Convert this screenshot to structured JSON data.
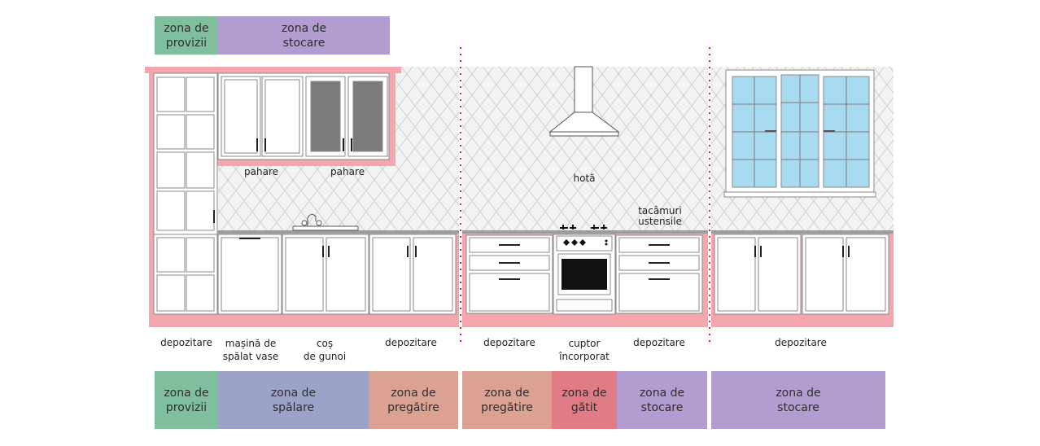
{
  "colors": {
    "provizii": "#7fbf9e",
    "stocare": "#b39cd0",
    "spalare": "#9ba3c8",
    "pregatire": "#dba192",
    "gatit": "#e07c86",
    "pink_wall": "#f4a6ac",
    "cabinet_stroke": "#8a8a8a",
    "window_glass": "#a8daf0",
    "divider": "#d0283a"
  },
  "top_zones": [
    {
      "line1": "zona de",
      "line2": "provizii",
      "color_key": "provizii"
    },
    {
      "line1": "zona de",
      "line2": "stocare",
      "color_key": "stocare"
    }
  ],
  "bottom_zones": [
    {
      "line1": "zona de",
      "line2": "provizii",
      "color_key": "provizii"
    },
    {
      "line1": "zona de",
      "line2": "spălare",
      "color_key": "spalare"
    },
    {
      "line1": "zona de",
      "line2": "pregătire",
      "color_key": "pregatire"
    },
    {
      "line1": "zona de",
      "line2": "pregătire",
      "color_key": "pregatire"
    },
    {
      "line1": "zona de",
      "line2": "gătit",
      "color_key": "gatit"
    },
    {
      "line1": "zona de",
      "line2": "stocare",
      "color_key": "stocare"
    },
    {
      "line1": "zona de",
      "line2": "stocare",
      "color_key": "stocare"
    }
  ],
  "wall_labels": {
    "pahare_1": "pahare",
    "pahare_2": "pahare",
    "hota": "hotă",
    "tacamuri_line1": "tacâmuri",
    "tacamuri_line2": "ustensile"
  },
  "cabinet_labels": [
    {
      "line1": "depozitare",
      "line2": ""
    },
    {
      "line1": "mașină de",
      "line2": "spălat vase"
    },
    {
      "line1": "coș",
      "line2": "de gunoi"
    },
    {
      "line1": "depozitare",
      "line2": ""
    },
    {
      "line1": "depozitare",
      "line2": ""
    },
    {
      "line1": "cuptor",
      "line2": "încorporat"
    },
    {
      "line1": "depozitare",
      "line2": ""
    },
    {
      "line1": "depozitare",
      "line2": ""
    }
  ]
}
